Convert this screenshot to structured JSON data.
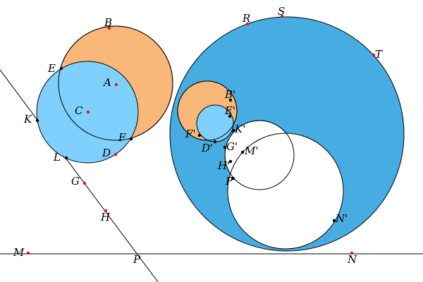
{
  "colors": {
    "orange": "#f9b87a",
    "light_blue": "#7fd0fd",
    "big_blue": "#46ade3",
    "white": "#ffffff",
    "stroke": "#000000",
    "point_red": "#e4161c",
    "point_black": "#000000"
  },
  "points": {
    "A": "A",
    "B": "B",
    "C": "C",
    "D": "D",
    "E": "E",
    "F": "F",
    "G": "G",
    "H": "H",
    "K": "K",
    "L": "L",
    "M": "M",
    "N": "N",
    "P": "P",
    "R": "R",
    "S": "S",
    "T": "T",
    "B_prime": "B'",
    "E_prime": "E'",
    "F_prime": "F'",
    "K_prime": "K'",
    "D_prime": "D'",
    "G_prime": "G'",
    "M_prime": "M'",
    "H_prime": "H'",
    "P_prime": "P'",
    "N_prime": "N'"
  }
}
